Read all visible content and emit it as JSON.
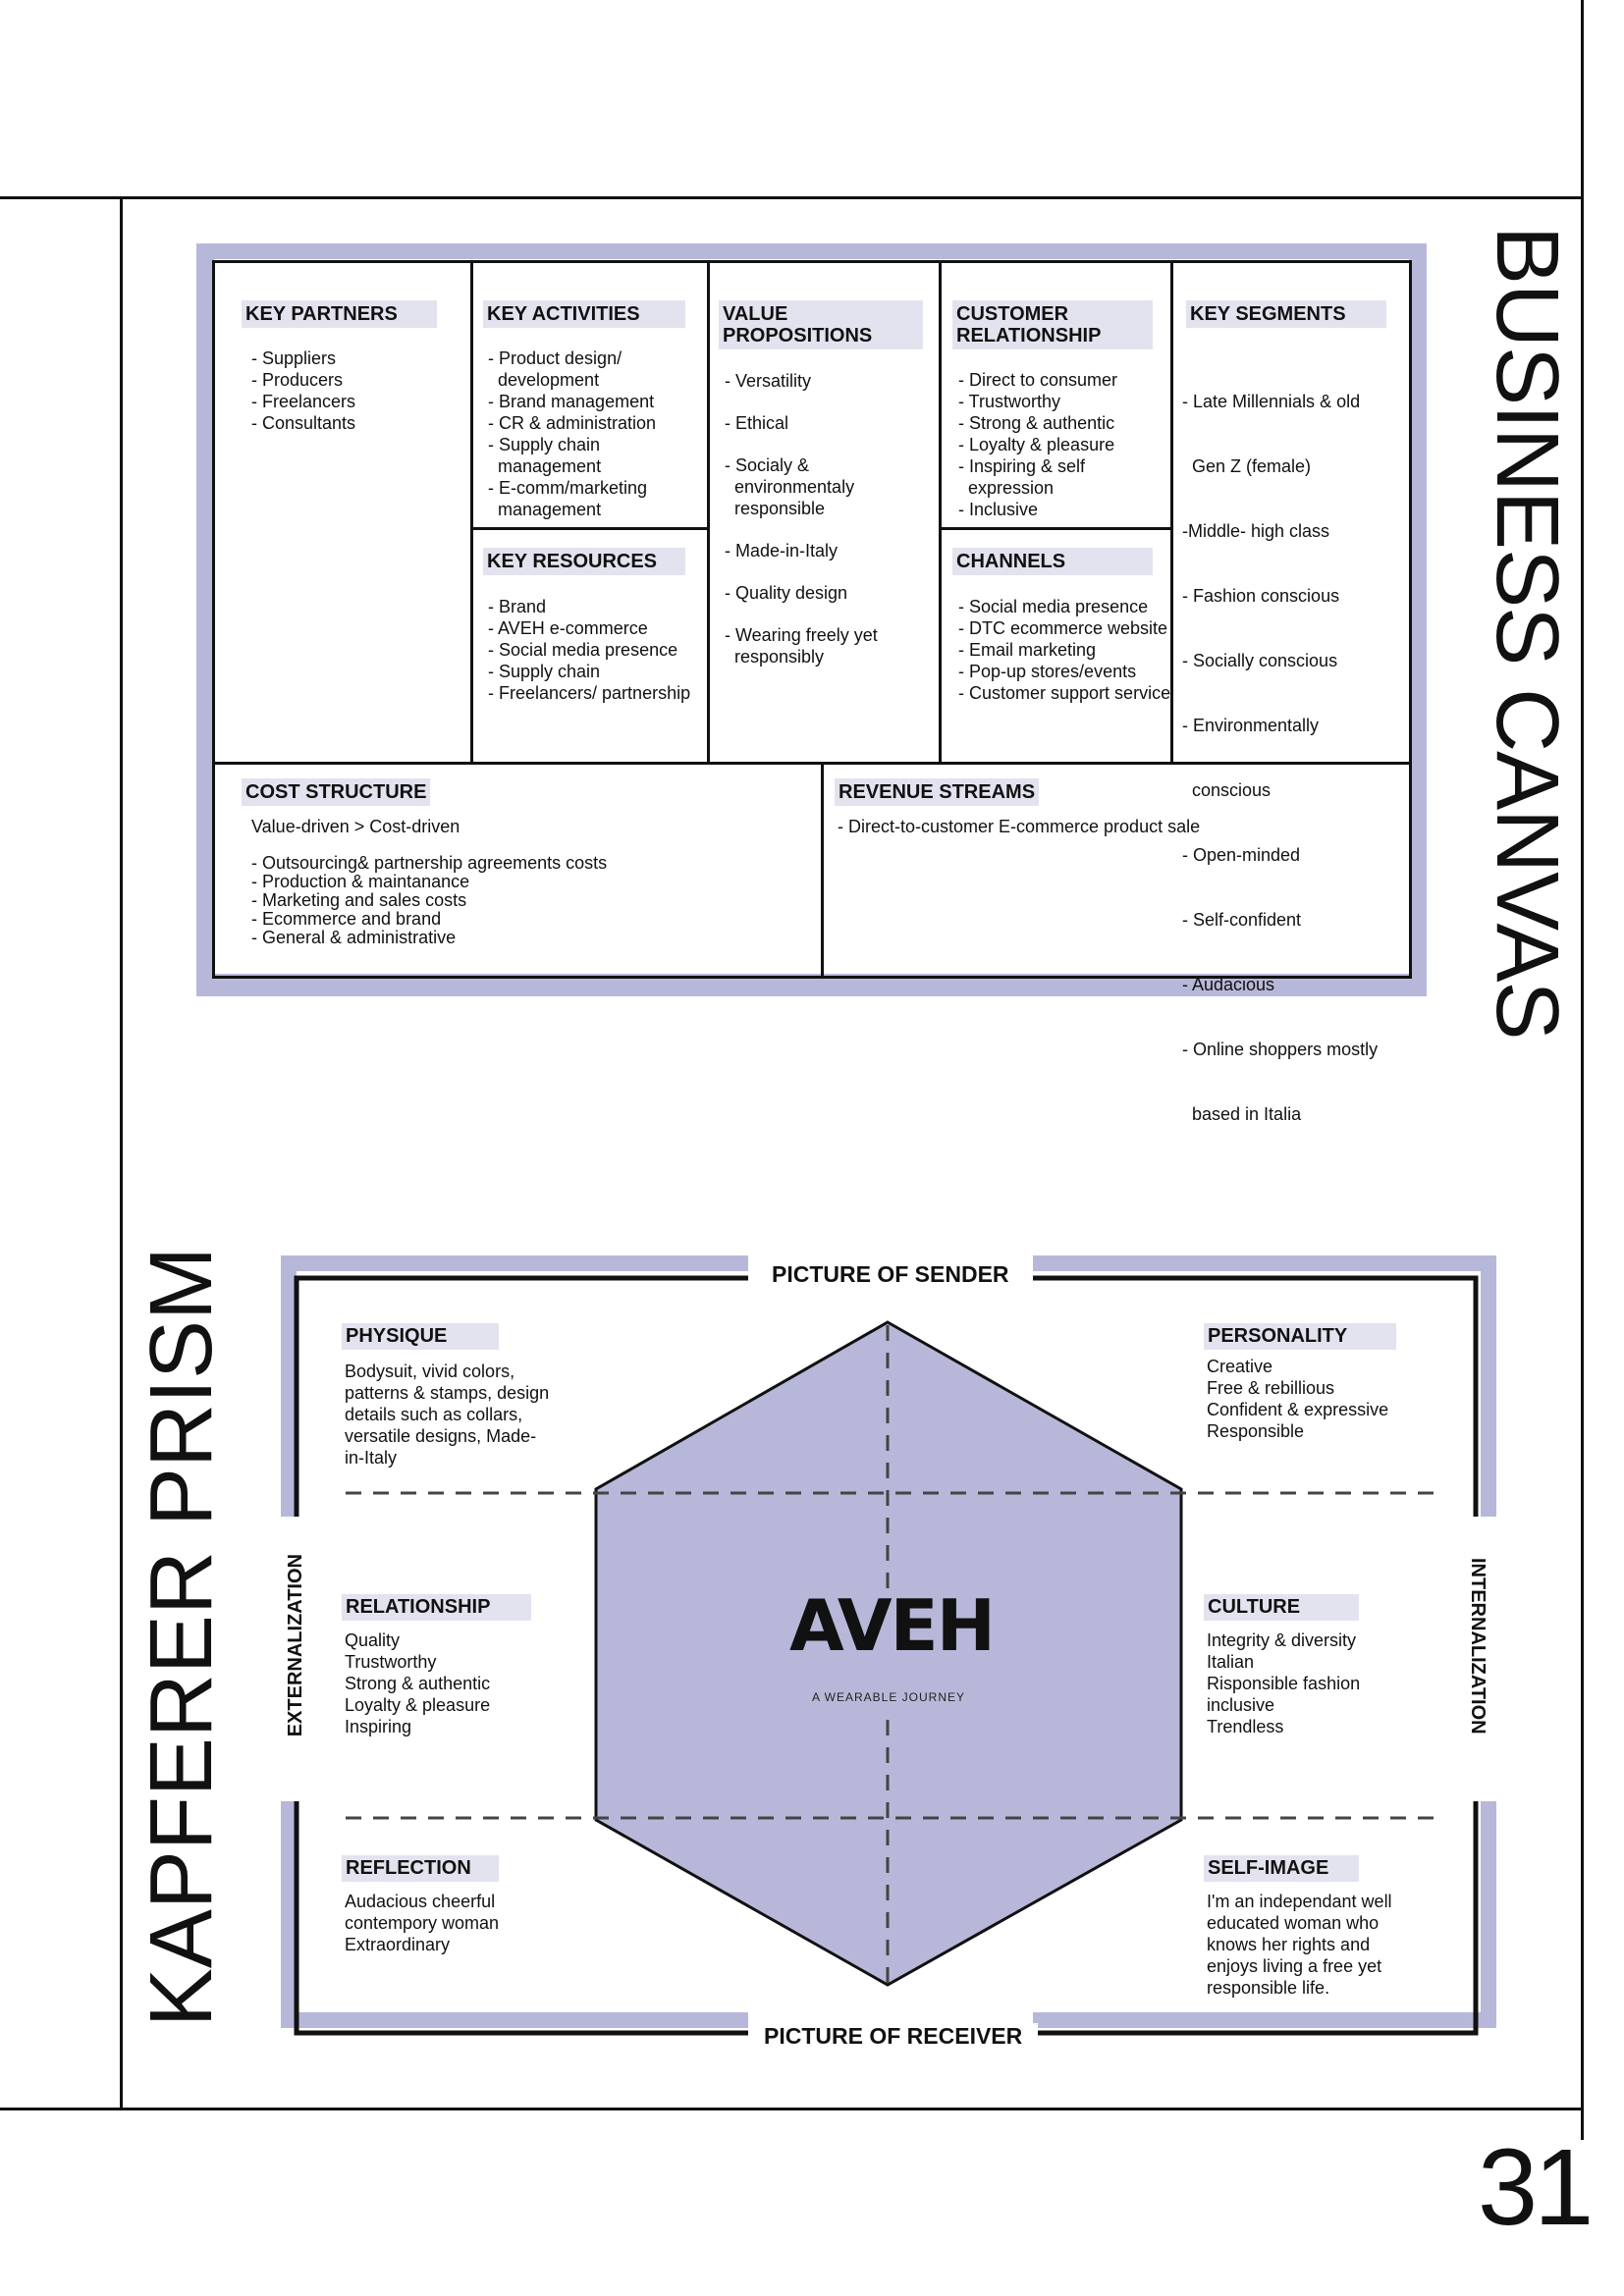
{
  "page": {
    "title_right": "BUSINESS CANVAS",
    "title_left": "KAPFERER PRISM",
    "page_number": "31"
  },
  "canvas": {
    "key_partners": {
      "title": "KEY PARTNERS",
      "items": [
        "Suppliers",
        "Producers",
        "Freelancers",
        "Consultants"
      ]
    },
    "key_activities": {
      "title": "KEY ACTIVITIES",
      "items": [
        "Product design/ development",
        "Brand management",
        "CR & administration",
        "Supply chain management",
        "E-comm/marketing management"
      ]
    },
    "key_resources": {
      "title": "KEY RESOURCES",
      "items": [
        "Brand",
        "AVEH e-commerce",
        "Social media presence",
        "Supply chain",
        "Freelancers/ partnership"
      ]
    },
    "value_propositions": {
      "title_line1": "VALUE",
      "title_line2": "PROPOSITIONS",
      "items": [
        "Versatility",
        "Ethical",
        "Socialy & environmentaly responsible",
        "Made-in-Italy",
        "Quality design",
        "Wearing freely yet responsibly"
      ]
    },
    "customer_relationship": {
      "title_line1": "CUSTOMER",
      "title_line2": "RELATIONSHIP",
      "items": [
        "Direct to consumer",
        "Trustworthy",
        "Strong & authentic",
        "Loyalty & pleasure",
        "Inspiring & self expression",
        "Inclusive"
      ]
    },
    "channels": {
      "title": "CHANNELS",
      "items": [
        "Social media presence",
        "DTC ecommerce website",
        "Email marketing",
        "Pop-up stores/events",
        "Customer support service"
      ]
    },
    "key_segments": {
      "title": "KEY SEGMENTS",
      "items": [
        "- Late Millennials & old",
        "  Gen Z (female)",
        "-Middle- high class",
        "- Fashion conscious",
        "- Socially conscious",
        "- Environmentally",
        "  conscious",
        "- Open-minded",
        "- Self-confident",
        "- Audacious",
        "- Online shoppers mostly",
        "  based in Italia"
      ]
    },
    "cost_structure": {
      "title": "COST STRUCTURE",
      "intro": "Value-driven > Cost-driven",
      "items": [
        "Outsourcing& partnership agreements costs",
        "Production & maintanance",
        "Marketing and sales costs",
        "Ecommerce and brand",
        "General & administrative"
      ]
    },
    "revenue_streams": {
      "title": "REVENUE STREAMS",
      "items": [
        "Direct-to-customer E-commerce product sale"
      ]
    }
  },
  "prism": {
    "top_label": "PICTURE OF SENDER",
    "bottom_label": "PICTURE OF RECEIVER",
    "left_label": "EXTERNALIZATION",
    "right_label": "INTERNALIZATION",
    "logo": "AVEH",
    "tagline": "A WEARABLE JOURNEY",
    "physique": {
      "title": "PHYSIQUE",
      "lines": [
        "Bodysuit, vivid colors,",
        "patterns & stamps, design",
        "details such as collars,",
        "versatile designs, Made-",
        "in-Italy"
      ]
    },
    "personality": {
      "title": "PERSONALITY",
      "lines": [
        "Creative",
        "Free & rebillious",
        "Confident & expressive",
        "Responsible"
      ]
    },
    "relationship": {
      "title": "RELATIONSHIP",
      "lines": [
        "Quality",
        "Trustworthy",
        "Strong & authentic",
        "Loyalty & pleasure",
        "Inspiring"
      ]
    },
    "culture": {
      "title": "CULTURE",
      "lines": [
        "Integrity & diversity",
        "Italian",
        "Risponsible fashion",
        "inclusive",
        "Trendless"
      ]
    },
    "reflection": {
      "title": "REFLECTION",
      "lines": [
        "Audacious cheerful",
        "contempory woman",
        "Extraordinary"
      ]
    },
    "self_image": {
      "title": "SELF-IMAGE",
      "lines": [
        "I'm an independant well",
        "educated woman who",
        "knows her rights and",
        "enjoys living a free yet",
        "responsible life."
      ]
    }
  },
  "colors": {
    "accent": "#b7b8d9",
    "header_bg": "#e3e3ef",
    "line": "#111111"
  }
}
